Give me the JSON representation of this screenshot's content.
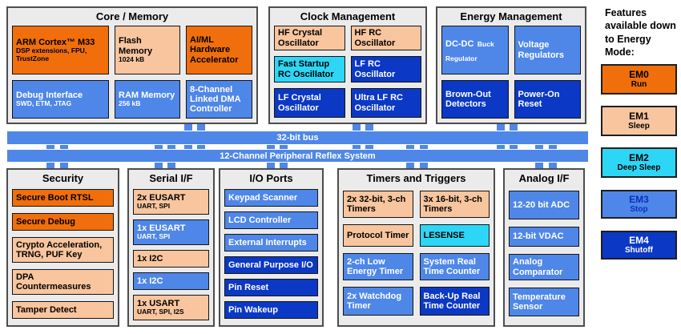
{
  "colors": {
    "orange": "#F06E0C",
    "peach": "#F8C59E",
    "cyan": "#2ED6F5",
    "blue": "#4F87E8",
    "dark_blue": "#0B38C4",
    "bus": "#4F87E8",
    "section_background": "#EBEBEB",
    "section_border": "#4D4D4D"
  },
  "buses": {
    "bus32": "32-bit bus",
    "prs": "12-Channel Peripheral Reflex System"
  },
  "legend": {
    "title": "Features available down to Energy Mode:",
    "items": [
      {
        "mode": "EM0",
        "label": "Run",
        "color": "orange"
      },
      {
        "mode": "EM1",
        "label": "Sleep",
        "color": "peach"
      },
      {
        "mode": "EM2",
        "label": "Deep Sleep",
        "color": "cyan"
      },
      {
        "mode": "EM3",
        "label": "Stop",
        "color": "blue"
      },
      {
        "mode": "EM4",
        "label": "Shutoff",
        "color": "darkblue"
      }
    ]
  },
  "sections": {
    "core": {
      "title": "Core / Memory",
      "blocks": [
        {
          "title": "ARM Cortex™ M33",
          "sub": "DSP extensions, FPU, TrustZone",
          "color": "orange"
        },
        {
          "title": "Flash Memory",
          "sub": "1024 kB",
          "color": "peach"
        },
        {
          "title": "AI/ML Hardware Accelerator",
          "color": "orange"
        },
        {
          "title": "Debug Interface",
          "sub": "SWD, ETM, JTAG",
          "color": "blue"
        },
        {
          "title": "RAM Memory",
          "sub": "256 kB",
          "color": "blue"
        },
        {
          "title": "8-Channel Linked DMA Controller",
          "color": "blue"
        }
      ]
    },
    "clock": {
      "title": "Clock Management",
      "blocks": [
        {
          "title": "HF Crystal Oscillator",
          "color": "peach"
        },
        {
          "title": "HF RC Oscillator",
          "color": "peach"
        },
        {
          "title": "Fast Startup RC Oscillator",
          "color": "cyan"
        },
        {
          "title": "LF RC Oscillator",
          "color": "darkblue"
        },
        {
          "title": "LF Crystal Oscillator",
          "color": "darkblue"
        },
        {
          "title": "Ultra LF RC Oscillator",
          "color": "darkblue"
        }
      ]
    },
    "energy": {
      "title": "Energy Management",
      "blocks": [
        {
          "title": "DC-DC",
          "sub": "Buck Regulator",
          "color": "blue"
        },
        {
          "title": "Voltage Regulators",
          "color": "blue"
        },
        {
          "title": "Brown-Out Detectors",
          "color": "darkblue"
        },
        {
          "title": "Power-On Reset",
          "color": "darkblue"
        }
      ]
    },
    "security": {
      "title": "Security",
      "blocks": [
        {
          "title": "Secure Boot RTSL",
          "color": "orange"
        },
        {
          "title": "Secure Debug",
          "color": "orange"
        },
        {
          "title": "Crypto Acceleration, TRNG, PUF Key",
          "color": "peach"
        },
        {
          "title": "DPA Countermeasures",
          "color": "peach"
        },
        {
          "title": "Tamper Detect",
          "color": "peach"
        }
      ]
    },
    "serial": {
      "title": "Serial I/F",
      "blocks": [
        {
          "title": "2x EUSART",
          "sub": "UART, SPI",
          "color": "peach"
        },
        {
          "title": "1x EUSART",
          "sub": "UART, SPI",
          "color": "blue"
        },
        {
          "title": "1x I2C",
          "color": "peach"
        },
        {
          "title": "1x I2C",
          "color": "blue"
        },
        {
          "title": "1x USART",
          "sub": "UART, SPI, I2S",
          "color": "peach"
        }
      ]
    },
    "io": {
      "title": "I/O Ports",
      "blocks": [
        {
          "title": "Keypad Scanner",
          "color": "blue"
        },
        {
          "title": "LCD Controller",
          "color": "blue"
        },
        {
          "title": "External Interrupts",
          "color": "blue"
        },
        {
          "title": "General Purpose I/O",
          "color": "darkblue"
        },
        {
          "title": "Pin Reset",
          "color": "darkblue"
        },
        {
          "title": "Pin Wakeup",
          "color": "darkblue"
        }
      ]
    },
    "timers": {
      "title": "Timers and Triggers",
      "blocks": [
        {
          "title": "2x 32-bit, 3-ch Timers",
          "color": "peach"
        },
        {
          "title": "3x 16-bit, 3-ch Timers",
          "color": "peach"
        },
        {
          "title": "Protocol Timer",
          "color": "peach"
        },
        {
          "title": "LESENSE",
          "color": "cyan"
        },
        {
          "title": "2-ch Low Energy Timer",
          "color": "blue"
        },
        {
          "title": "System Real Time Counter",
          "color": "blue"
        },
        {
          "title": "2x Watchdog Timer",
          "color": "blue"
        },
        {
          "title": "Back-Up Real Time Counter",
          "color": "darkblue"
        }
      ]
    },
    "analog": {
      "title": "Analog I/F",
      "blocks": [
        {
          "title": "12-20 bit ADC",
          "color": "blue"
        },
        {
          "title": "12-bit VDAC",
          "color": "blue"
        },
        {
          "title": "Analog Comparator",
          "color": "blue"
        },
        {
          "title": "Temperature Sensor",
          "color": "blue"
        }
      ]
    }
  }
}
